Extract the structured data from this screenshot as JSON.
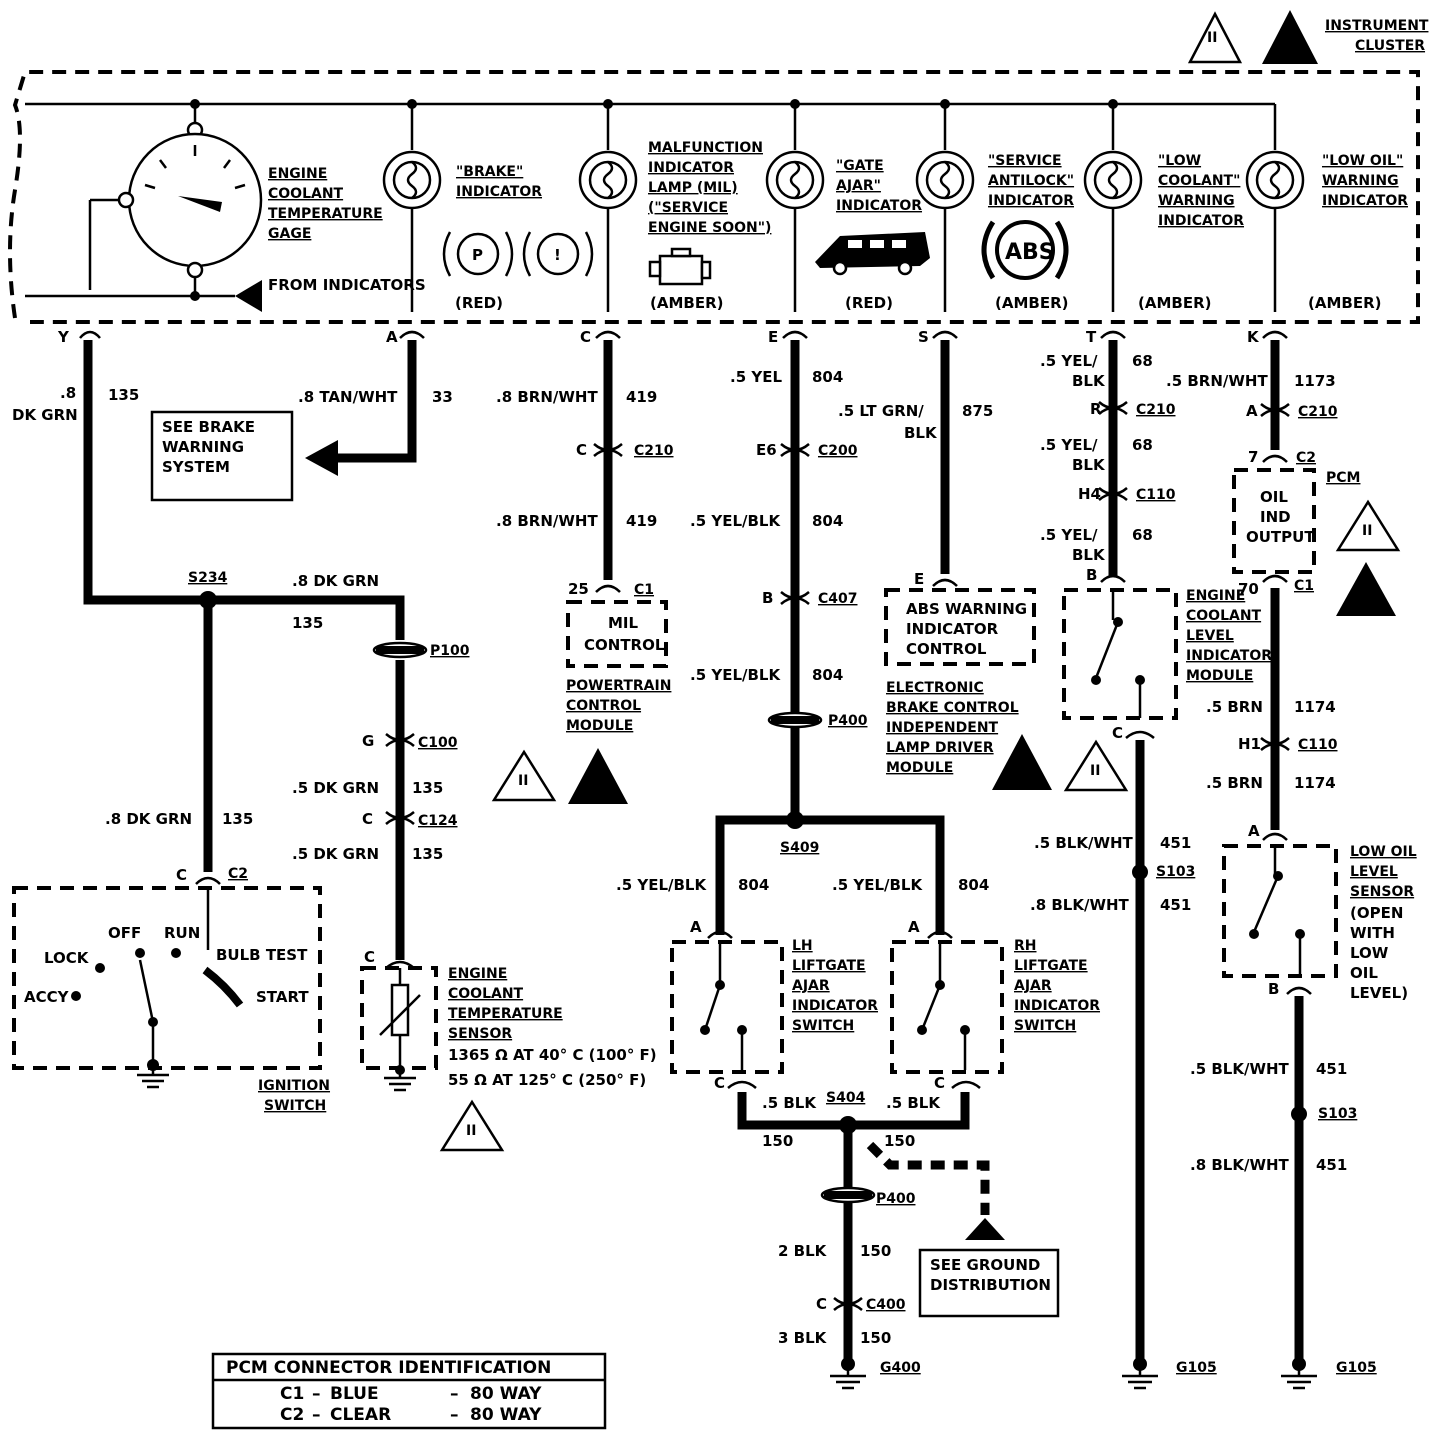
{
  "cluster": {
    "title_1": "INSTRUMENT",
    "title_2": "CLUSTER"
  },
  "indicators": {
    "gage": [
      "ENGINE",
      "COOLANT",
      "TEMPERATURE",
      "GAGE"
    ],
    "from_indicators": "FROM INDICATORS",
    "brake": [
      "\"BRAKE\"",
      "INDICATOR"
    ],
    "mil": [
      "MALFUNCTION",
      "INDICATOR",
      "LAMP (MIL)",
      "(\"SERVICE",
      "ENGINE  SOON\")"
    ],
    "gate": [
      "\"GATE",
      "AJAR\"",
      "INDICATOR"
    ],
    "abs": [
      "\"SERVICE",
      "ANTILOCK\"",
      "INDICATOR"
    ],
    "coolant": [
      "\"LOW",
      "COOLANT\"",
      "WARNING",
      "INDICATOR"
    ],
    "oil": [
      "\"LOW OIL\"",
      "WARNING",
      "INDICATOR"
    ],
    "colors": [
      "(RED)",
      "(AMBER)",
      "(RED)",
      "(AMBER)",
      "(AMBER)",
      "(AMBER)"
    ],
    "abs_symbol": "ABS",
    "p_symbol": "P",
    "excl_symbol": "!"
  },
  "pins": {
    "y": "Y",
    "a": "A",
    "c": "C",
    "e": "E",
    "s": "S",
    "t": "T",
    "k": "K"
  },
  "wires": {
    "w135_top_1": ".8",
    "w135_top_2": "DK GRN",
    "w135_top_num": "135",
    "w33": ".8 TAN/WHT",
    "w33_num": "33",
    "w419_a": ".8 BRN/WHT",
    "w419_a_num": "419",
    "w419_b": ".8 BRN/WHT",
    "w419_b_num": "419",
    "w804_a": ".5 YEL",
    "w804_a_num": "804",
    "w804_b": ".5 YEL/BLK",
    "w804_b_num": "804",
    "w804_c": ".5 YEL/BLK",
    "w804_c_num": "804",
    "w804_l": ".5 YEL/BLK",
    "w804_l_num": "804",
    "w804_r": ".5 YEL/BLK",
    "w804_r_num": "804",
    "w875_1": ".5 LT GRN/",
    "w875_2": "BLK",
    "w875_num": "875",
    "w68_a1": ".5 YEL/",
    "w68_a2": "BLK",
    "w68_a_num": "68",
    "w68_b1": ".5 YEL/",
    "w68_b2": "BLK",
    "w68_b_num": "68",
    "w68_c1": ".5 YEL/",
    "w68_c2": "BLK",
    "w68_c_num": "68",
    "w1173": ".5 BRN/WHT",
    "w1173_num": "1173",
    "w1174_a": ".5 BRN",
    "w1174_a_num": "1174",
    "w1174_b": ".5 BRN",
    "w1174_b_num": "1174",
    "w135_s1": ".8 DK GRN",
    "w135_s1_num": "135",
    "w135_s2_num": "135",
    "w135_left": ".8 DK GRN",
    "w135_left_num": "135",
    "w135_c100": ".5 DK GRN",
    "w135_c100_num": "135",
    "w135_c124": ".5 DK GRN",
    "w135_c124_num": "135",
    "w150_l": ".5 BLK",
    "w150_r": ".5 BLK",
    "w150_num_l": "150",
    "w150_num_r": "150",
    "w150_2": "2 BLK",
    "w150_2_num": "150",
    "w150_3": "3 BLK",
    "w150_3_num": "150",
    "w451_a": ".5 BLK/WHT",
    "w451_a_num": "451",
    "w451_b": ".8 BLK/WHT",
    "w451_b_num": "451",
    "w451_c": ".5 BLK/WHT",
    "w451_c_num": "451",
    "w451_d": ".8 BLK/WHT",
    "w451_d_num": "451"
  },
  "connectors": {
    "c210_419": "C210",
    "c210_419_pin": "C",
    "c200": "C200",
    "c200_pin": "E6",
    "c407": "C407",
    "c407_pin": "B",
    "p400_top": "P400",
    "c210_68": "C210",
    "c210_68_pin": "R",
    "c110_68": "C110",
    "c110_68_pin": "H4",
    "c210_1173": "C210",
    "c210_1173_pin": "A",
    "c2_pcm": "C2",
    "c2_pcm_pin": "7",
    "pcm": "PCM",
    "c1_pcm": "C1",
    "c1_pcm_pin": "70",
    "c110_1174": "C110",
    "c110_1174_pin": "H1",
    "p100": "P100",
    "c100": "C100",
    "c100_pin": "G",
    "c124": "C124",
    "c124_pin": "C",
    "c2_ign": "C2",
    "c2_ign_pin": "C",
    "c1_mil": "C1",
    "c1_mil_pin": "25",
    "p400_bot": "P400",
    "c400": "C400",
    "c400_pin": "C",
    "sensor_pin": "C",
    "abs_pin": "E",
    "eclm_pin_b": "B",
    "eclm_pin_c": "C",
    "oil_pin_a": "A",
    "oil_pin_b": "B",
    "lh_pin_a": "A",
    "lh_pin_c": "C",
    "rh_pin_a": "A",
    "rh_pin_c": "C"
  },
  "splices": {
    "s234": "S234",
    "s409": "S409",
    "s404": "S404",
    "s103_a": "S103",
    "s103_b": "S103"
  },
  "grounds": {
    "g400": "G400",
    "g105_a": "G105",
    "g105_b": "G105"
  },
  "components": {
    "brake_box": [
      "SEE BRAKE",
      "WARNING",
      "SYSTEM"
    ],
    "mil_box": [
      "MIL",
      "CONTROL"
    ],
    "pcm_module": [
      "POWERTRAIN",
      "CONTROL",
      "MODULE"
    ],
    "abs_box": [
      "ABS WARNING",
      "INDICATOR",
      "CONTROL"
    ],
    "ebcm": [
      "ELECTRONIC",
      "BRAKE CONTROL",
      "INDEPENDENT",
      "LAMP DRIVER",
      "MODULE"
    ],
    "eclm": [
      "ENGINE",
      "COOLANT",
      "LEVEL",
      "INDICATOR",
      "MODULE"
    ],
    "oil_ind": [
      "OIL",
      "IND",
      "OUTPUT"
    ],
    "oil_sensor": [
      "LOW OIL",
      "LEVEL",
      "SENSOR",
      "(OPEN",
      "WITH",
      "LOW",
      "OIL",
      "LEVEL)"
    ],
    "lh": [
      "LH",
      "LIFTGATE",
      "AJAR",
      "INDICATOR",
      "SWITCH"
    ],
    "rh": [
      "RH",
      "LIFTGATE",
      "AJAR",
      "INDICATOR",
      "SWITCH"
    ],
    "ect_sensor": [
      "ENGINE",
      "COOLANT",
      "TEMPERATURE",
      "SENSOR"
    ],
    "ect_spec_1": "1365 Ω AT 40° C (100° F)",
    "ect_spec_2": "55 Ω AT 125° C (250° F)",
    "ground_dist": [
      "SEE GROUND",
      "DISTRIBUTION"
    ],
    "ign_switch": [
      "IGNITION",
      "SWITCH"
    ],
    "ign_positions": {
      "lock": "LOCK",
      "off": "OFF",
      "run": "RUN",
      "accy": "ACCY",
      "bulb": "BULB TEST",
      "start": "START"
    }
  },
  "legend": {
    "title": "PCM CONNECTOR IDENTIFICATION",
    "rows": [
      {
        "id": "C1",
        "color": "BLUE",
        "ways": "80 WAY"
      },
      {
        "id": "C2",
        "color": "CLEAR",
        "ways": "80 WAY"
      }
    ]
  },
  "symbols": {
    "obd_numeral": "II"
  }
}
